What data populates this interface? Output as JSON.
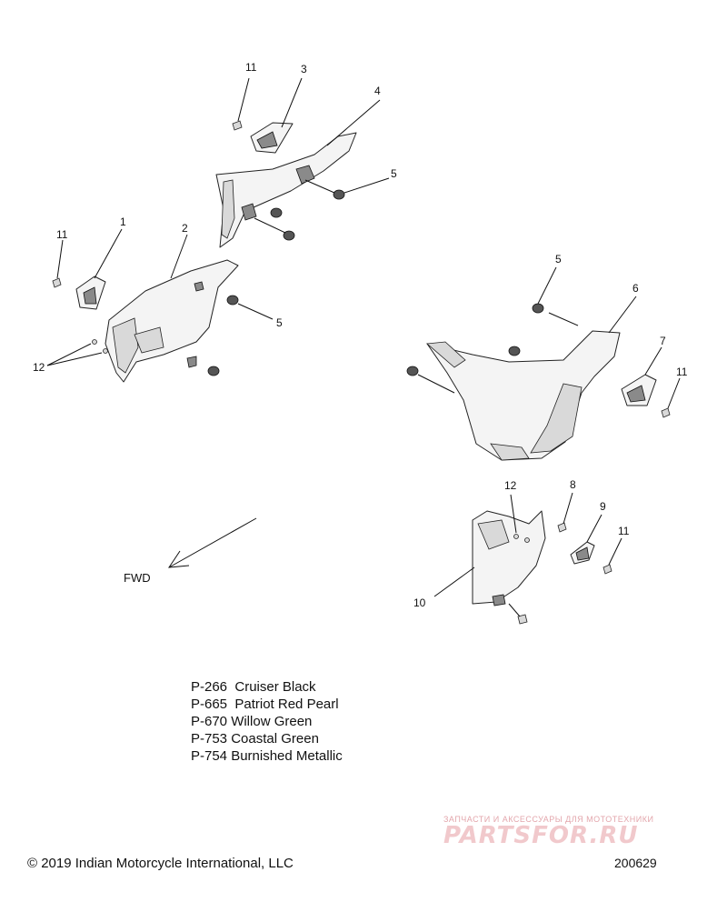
{
  "diagram": {
    "callouts": [
      {
        "id": "c11a",
        "text": "11"
      },
      {
        "id": "c3",
        "text": "3"
      },
      {
        "id": "c4",
        "text": "4"
      },
      {
        "id": "c5a",
        "text": "5"
      },
      {
        "id": "c11b",
        "text": "11"
      },
      {
        "id": "c1",
        "text": "1"
      },
      {
        "id": "c2",
        "text": "2"
      },
      {
        "id": "c5b",
        "text": "5"
      },
      {
        "id": "c12a",
        "text": "12"
      },
      {
        "id": "c5c",
        "text": "5"
      },
      {
        "id": "c6",
        "text": "6"
      },
      {
        "id": "c7",
        "text": "7"
      },
      {
        "id": "c11c",
        "text": "11"
      },
      {
        "id": "c12b",
        "text": "12"
      },
      {
        "id": "c8",
        "text": "8"
      },
      {
        "id": "c9",
        "text": "9"
      },
      {
        "id": "c11d",
        "text": "11"
      },
      {
        "id": "c10",
        "text": "10"
      }
    ],
    "fwd_label": "FWD"
  },
  "color_codes": [
    "P-266  Cruiser Black",
    "P-665  Patriot Red Pearl",
    "P-670 Willow Green",
    "P-753 Coastal Green",
    "P-754 Burnished Metallic"
  ],
  "footer": {
    "copyright": "© 2019 Indian Motorcycle International, LLC",
    "diagram_number": "200629"
  },
  "watermark": {
    "tagline": "ЗАПЧАСТИ И АКСЕССУАРЫ ДЛЯ МОТОТЕХНИКИ",
    "brand": "PARTSFOR.RU"
  }
}
